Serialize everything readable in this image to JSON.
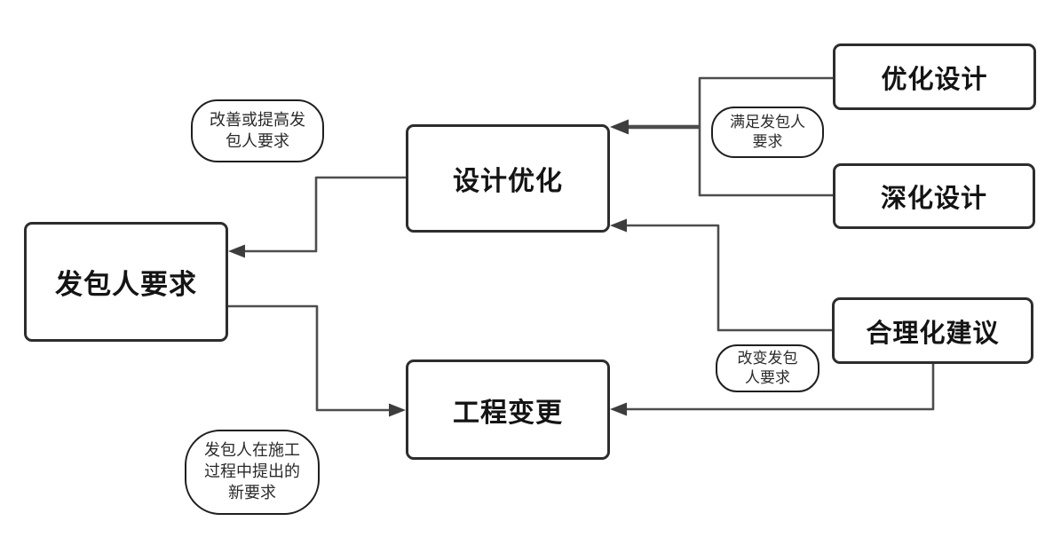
{
  "diagram": {
    "boxes": {
      "employer_requirements": {
        "label": "发包人要求"
      },
      "design_optimization": {
        "label": "设计优化"
      },
      "engineering_change": {
        "label": "工程变更"
      },
      "optimized_design": {
        "label": "优化设计"
      },
      "deepened_design": {
        "label": "深化设计"
      },
      "rationalization_proposal": {
        "label": "合理化建议"
      }
    },
    "ovals": {
      "improve_requirements": {
        "label": "改善或提高发\n包人要求"
      },
      "meet_requirements": {
        "label": "满足发包人\n要求"
      },
      "change_requirements": {
        "label": "改变发包\n人要求"
      },
      "new_requirements": {
        "label": "发包人在施工\n过程中提出的\n新要求"
      }
    },
    "colors": {
      "background": "#ffffff",
      "box_border": "#2d2d2d",
      "oval_border": "#1f1f1f",
      "connector_line": "#4d4d4d",
      "arrowhead": "#3d3d3d",
      "text": "#141414"
    }
  }
}
